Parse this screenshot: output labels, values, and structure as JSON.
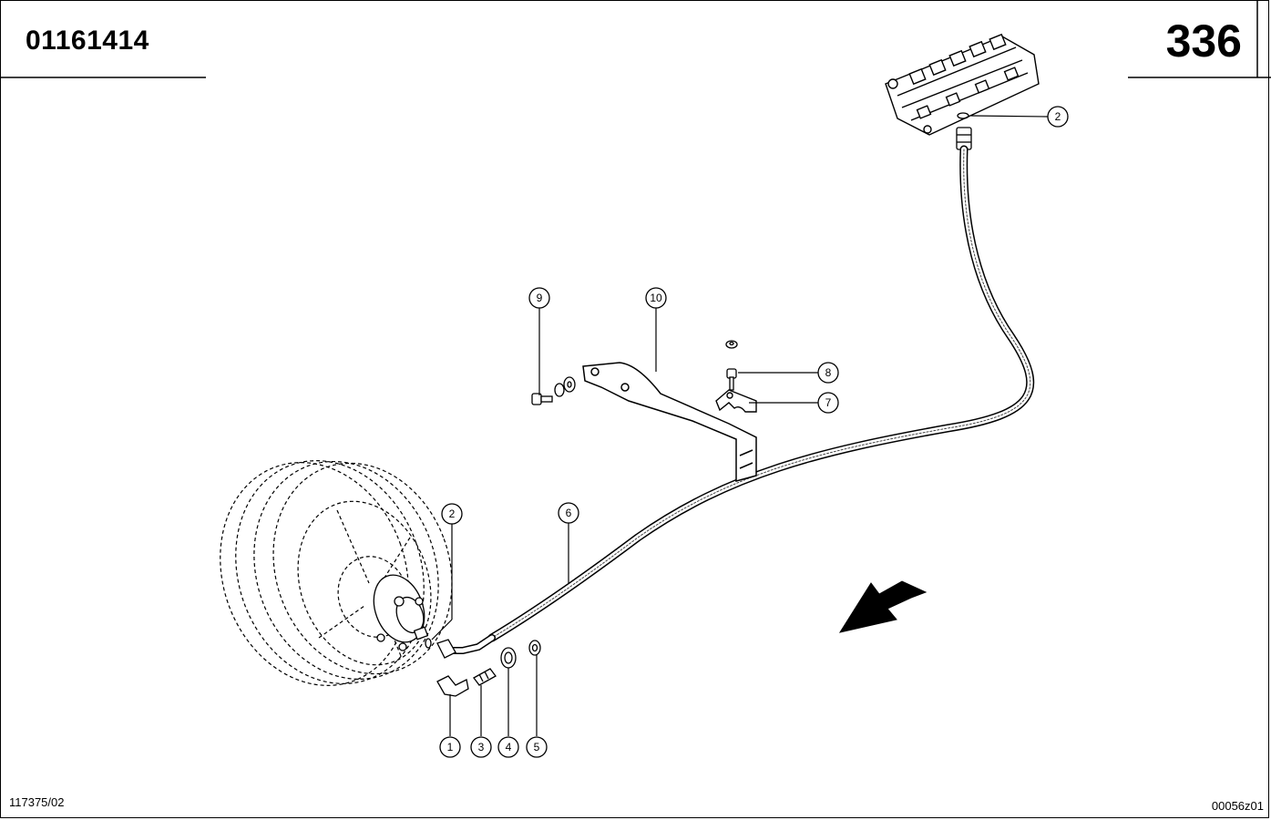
{
  "header": {
    "doc_number": "01161414",
    "page_number": "336"
  },
  "footer": {
    "left_code": "117375/02",
    "right_code": "00056z01"
  },
  "callouts": [
    "2",
    "9",
    "10",
    "8",
    "7",
    "2",
    "6",
    "1",
    "3",
    "4",
    "5"
  ]
}
